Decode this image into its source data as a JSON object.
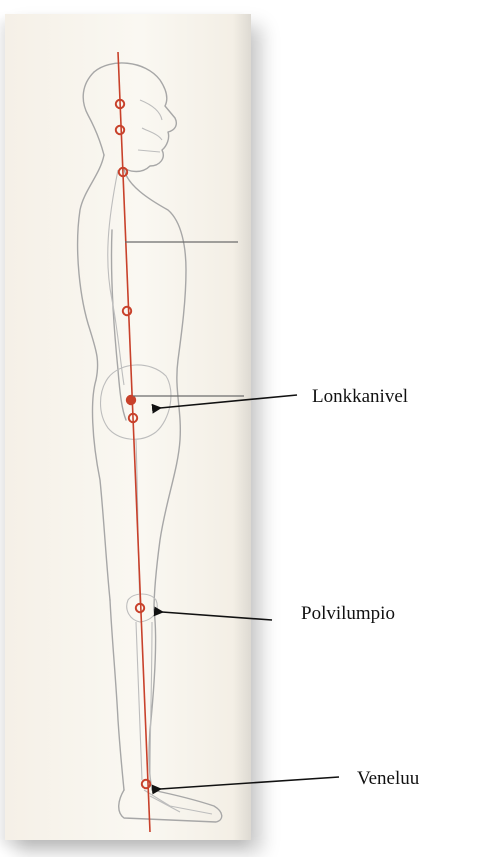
{
  "labels": {
    "hip_joint": "Lonkkanivel",
    "kneecap": "Polvilumpio",
    "ankle_bone": "Veneluu"
  },
  "colors": {
    "plumb_line": "#c8412b",
    "arrow": "#111111",
    "outline": "#9a9a9a"
  },
  "icons": [
    "skull-drawing",
    "ribcage-outline",
    "pelvis-drawing",
    "leg-bones",
    "foot-bones"
  ]
}
